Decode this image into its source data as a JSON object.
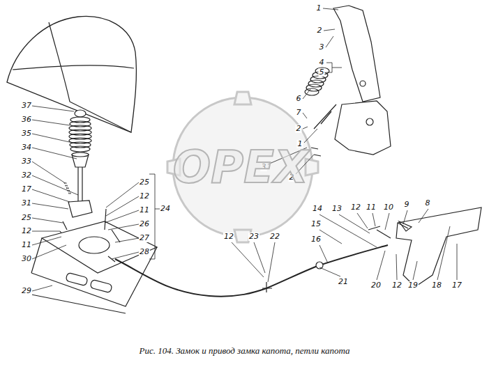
{
  "diagram": {
    "caption": "Рис. 104. Замок и привод замка капота, петли капота",
    "labels": [
      "1",
      "2",
      "3",
      "4",
      "5",
      "6",
      "7",
      "2",
      "1",
      "3",
      "2",
      "37",
      "36",
      "35",
      "34",
      "33",
      "32",
      "17",
      "31",
      "25",
      "12",
      "11",
      "30",
      "29",
      "25",
      "12",
      "11",
      "24",
      "26",
      "27",
      "28",
      "12",
      "23",
      "22",
      "14",
      "13",
      "12",
      "11",
      "10",
      "9",
      "8",
      "15",
      "16",
      "21",
      "20",
      "12",
      "19",
      "18",
      "17",
      "OPEX"
    ]
  }
}
